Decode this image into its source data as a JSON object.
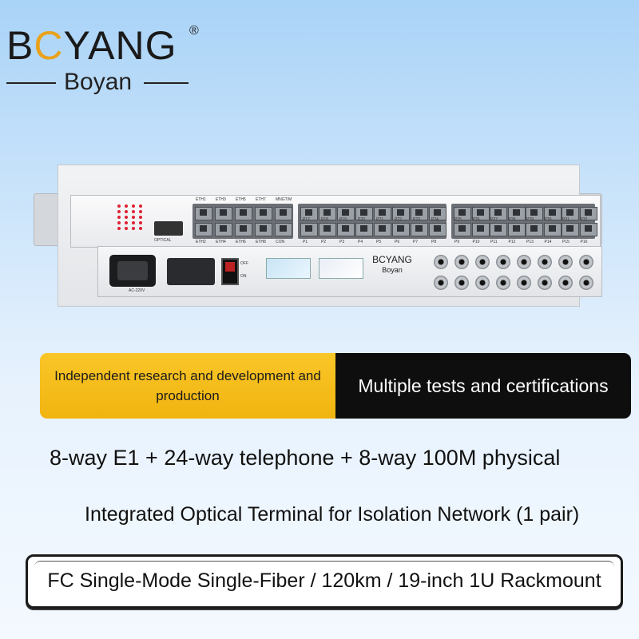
{
  "brand": {
    "name_prefix": "B",
    "name_o": "C",
    "name_suffix": "YANG",
    "registered": "®",
    "subtitle": "Boyan"
  },
  "device": {
    "front_port_labels_top": [
      "P17",
      "P18",
      "P19",
      "P20",
      "P21",
      "P22",
      "P23",
      "P24",
      "P25",
      "P26",
      "P27",
      "P28",
      "P29",
      "P30",
      "P31",
      "P32"
    ],
    "front_port_labels_bottom": [
      "P1",
      "P2",
      "P3",
      "P4",
      "P5",
      "P6",
      "P7",
      "P8",
      "P9",
      "P10",
      "P11",
      "P12",
      "P13",
      "P14",
      "P15",
      "P16"
    ],
    "eth_labels_top": [
      "ETH1",
      "ETH3",
      "ETH5",
      "ETH7",
      "MNGT/M"
    ],
    "eth_labels_bottom": [
      "ETH2",
      "ETH4",
      "ETH6",
      "ETH8",
      "CON"
    ],
    "optical_label": "OPTICAL",
    "power_label": "AC-220V",
    "switch_off": "OFF",
    "switch_on": "ON",
    "back_logo": "BCYANG",
    "back_logo_sub": "Boyan"
  },
  "banner": {
    "left_text": "Independent research and development and production",
    "right_text": "Multiple tests and certifications"
  },
  "headline": "8-way E1 + 24-way telephone + 8-way 100M physical",
  "subheadline": "Integrated Optical Terminal for Isolation Network (1 pair)",
  "spec": "FC Single-Mode Single-Fiber / 120km / 19-inch 1U Rackmount",
  "colors": {
    "accent_yellow": "#f5bd1c",
    "banner_dark": "#0e0e0e",
    "logo_orange": "#e9a21a"
  }
}
